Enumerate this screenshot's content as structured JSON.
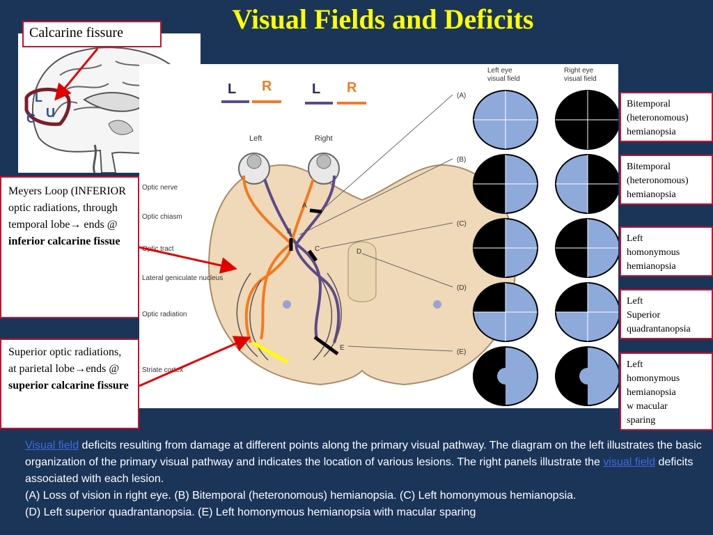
{
  "title": "Visual Fields and Deficits",
  "callouts": {
    "calcarine": "Calcarine fissure",
    "meyers": {
      "line1": "Meyers Loop (INFERIOR optic radiations, through temporal lobe",
      "arrow": "→",
      "line2": " ends @",
      "bold": "inferior calcarine fissue"
    },
    "superior": {
      "line1": "Superior optic radiations, at parietal lobe",
      "arrow": "→",
      "line2": "ends @",
      "bold": "superior calcarine fissure"
    }
  },
  "sagittal_labels": {
    "l": "L",
    "c": "C",
    "u": "U"
  },
  "lr_labels": [
    "L",
    "R",
    "L",
    "R"
  ],
  "diagram": {
    "left": "Left",
    "right": "Right",
    "left_eye_field": [
      "Left eye",
      "visual field"
    ],
    "right_eye_field": [
      "Right eye",
      "visual field"
    ],
    "structures": [
      "Optic nerve",
      "Optic chiasm",
      "Optic tract",
      "Lateral geniculate nucleus",
      "Optic radiation",
      "Striate cortex"
    ],
    "lesions": [
      "A",
      "B",
      "C",
      "D",
      "E"
    ],
    "rows": [
      "(A)",
      "(B)",
      "(C)",
      "(D)",
      "(E)"
    ]
  },
  "results": [
    [
      "Bitemporal",
      "(heteronomous)",
      "hemianopsia"
    ],
    [
      "Bitemporal",
      "(heteronomous)",
      "hemianopsia"
    ],
    [
      "Left",
      "homonymous",
      "hemianopsia"
    ],
    [
      "Left",
      "Superior",
      "quadrantanopsia"
    ],
    [
      "Left",
      "homonymous",
      "hemianopsia",
      "w macular",
      "sparing"
    ]
  ],
  "caption": {
    "link1": "Visual field",
    "t1": " deficits resulting from damage at different points along the primary visual pathway. The diagram on the left illustrates the basic organization of the primary visual pathway and indicates the location of various lesions. The right panels illustrate the ",
    "link2": "visual field",
    "t2": " deficits associated with each lesion.",
    "line2": "(A) Loss of vision in right eye. (B) Bitemporal (heteronomous) hemianopsia. (C) Left homonymous hemianopsia.",
    "line3": "(D) Left superior quadrantanopsia. (E) Left homonymous hemianopsia with macular sparing"
  },
  "colors": {
    "background": "#1a3558",
    "title": "#ffff00",
    "border": "#c8102e",
    "orange": "#f47a20",
    "purple": "#5b4a8a",
    "field": "#8eaadb"
  }
}
